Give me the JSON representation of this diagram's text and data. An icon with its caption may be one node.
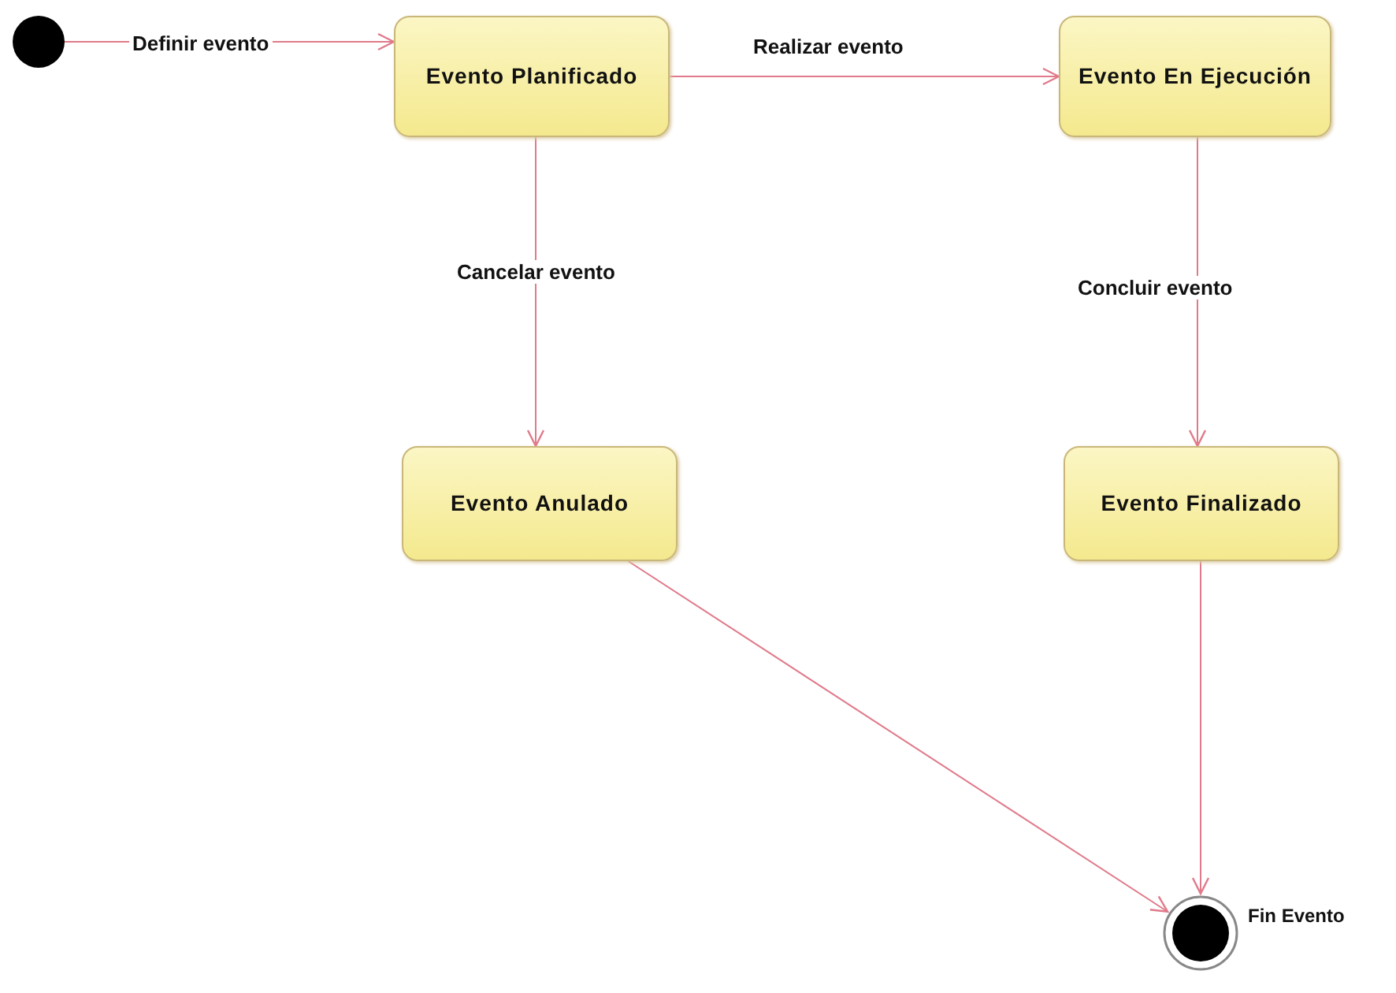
{
  "diagram": {
    "nodes": [
      {
        "text": [],
        "shape": "circle"
      },
      {
        "text": [
          "Evento Planificado"
        ]
      },
      {
        "text": [
          "Evento En Ejecución"
        ]
      },
      {
        "text": [
          "Evento Anulado"
        ]
      },
      {
        "text": [
          "Evento Finalizado"
        ]
      },
      {
        "text": [],
        "shape": "circle",
        "beside": [
          "Fin Evento"
        ]
      }
    ],
    "edges": [
      {
        "from": 0,
        "to": 1,
        "arrow": "to",
        "label": "Definir evento"
      },
      {
        "from": 1,
        "to": 2,
        "arrow": "to",
        "label": "Realizar evento"
      },
      {
        "from": 1,
        "to": 3,
        "arrow": "to",
        "label": "Cancelar evento"
      },
      {
        "from": 2,
        "to": 4,
        "arrow": "to",
        "label": "Concluir evento"
      },
      {
        "from": 3,
        "to": 5,
        "arrow": "to"
      },
      {
        "from": 4,
        "to": 5,
        "arrow": "to"
      }
    ]
  }
}
